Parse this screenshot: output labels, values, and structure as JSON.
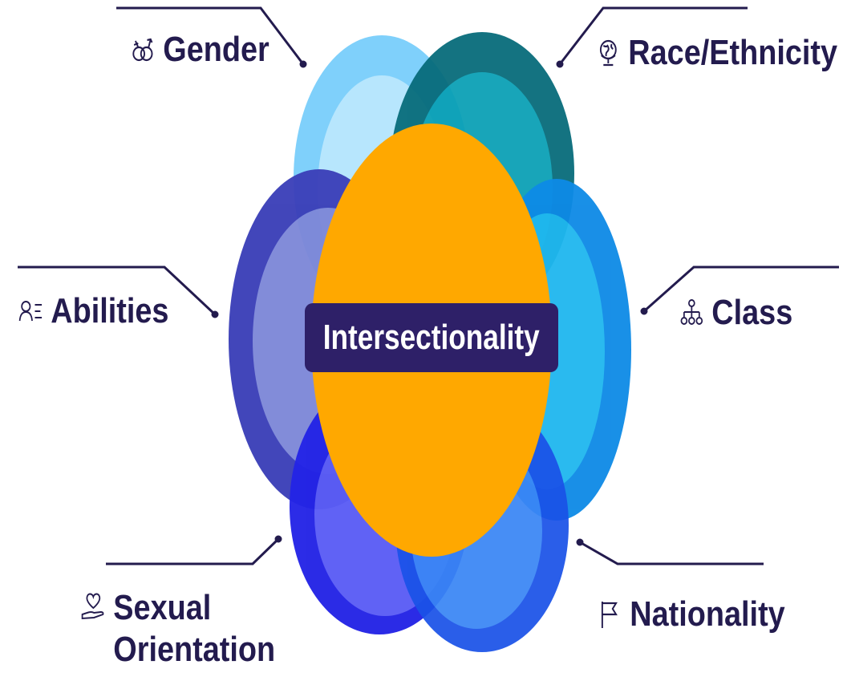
{
  "center": {
    "title": "Intersectionality"
  },
  "labels": {
    "gender": "Gender",
    "race": "Race/Ethnicity",
    "abilities": "Abilities",
    "class": "Class",
    "sexual_line1": "Sexual",
    "sexual_line2": "Orientation",
    "nationality": "Nationality"
  },
  "icons": {
    "gender": "gender-symbols-icon",
    "race": "globe-icon",
    "abilities": "person-list-icon",
    "class": "hierarchy-icon",
    "sexual": "heart-hand-icon",
    "nationality": "flag-icon"
  },
  "colors": {
    "text": "#231b4e",
    "center_fill": "#ffa800",
    "center_label_bg": "#2e2068",
    "gender": "#7fd0fb",
    "race": "#066b7a",
    "abilities": "#3b3fb8",
    "class": "#0d8ae6",
    "sexual": "#2323e6",
    "nationality": "#1a52e8"
  }
}
